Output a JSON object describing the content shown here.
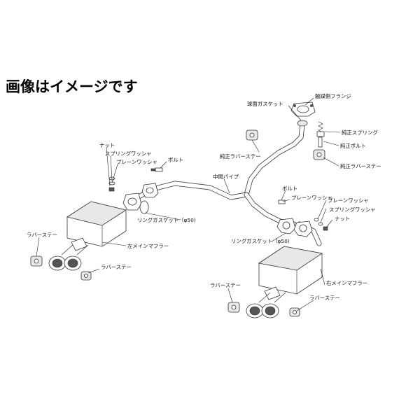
{
  "headline": "画像はイメージです",
  "labels": {
    "catalyst_flange": "触媒側フランジ",
    "ball_gasket": "球面ガスケット",
    "oem_spring": "純正スプリング",
    "oem_bolt": "純正ボルト",
    "oem_rubber_stay_top": "純正ラバーステー",
    "oem_rubber_stay_right": "純正ラバーステー",
    "mid_pipe": "中間パイプ",
    "nut_left": "ナット",
    "spring_washer_left": "スプリングワッシャ",
    "plain_washer_left": "プレーンワッシャ",
    "bolt_left": "ボルト",
    "ring_gasket_left": "リングガスケット（φ50)",
    "bolt_right": "ボルト",
    "plain_washer_right_a": "プレーンワッシャ",
    "plain_washer_right_b": "プレーンワッシャ",
    "spring_washer_right": "スプリングワッシャ",
    "nut_right": "ナット",
    "ring_gasket_right": "リングガスケット（φ50)",
    "rubber_stay_left_a": "ラバーステー",
    "left_main_muffler": "左メインマフラー",
    "rubber_stay_left_b": "ラバーステー",
    "right_main_muffler": "右メインマフラー",
    "rubber_stay_right_a": "ラバーステー",
    "rubber_stay_right_b": "ラバーステー"
  }
}
